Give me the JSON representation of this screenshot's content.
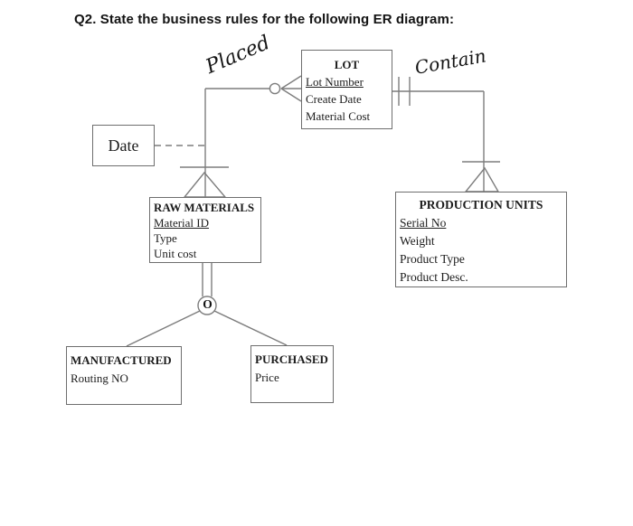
{
  "page": {
    "title": "Q2. State the business rules for the following ER diagram:"
  },
  "entities": {
    "lot": {
      "title": "LOT",
      "attributes": [
        "Lot Number",
        "Create Date",
        "Material Cost"
      ]
    },
    "raw_materials": {
      "title": "RAW MATERIALS",
      "attributes": [
        "Material ID",
        "Type",
        "Unit cost"
      ]
    },
    "production_units": {
      "title": "PRODUCTION UNITS",
      "attributes": [
        "Serial No",
        "Weight",
        "Product Type",
        "Product Desc."
      ]
    },
    "manufactured": {
      "title": "MANUFACTURED",
      "attributes": [
        "Routing NO"
      ]
    },
    "purchased": {
      "title": "PURCHASED",
      "attributes": [
        "Price"
      ]
    }
  },
  "relationships": {
    "placed": "Placed",
    "contain": "Contain"
  },
  "annotations": {
    "date": "Date",
    "subtype_marker": "O"
  },
  "colors": {
    "ink": "#1c1c1c",
    "line": "#7d7d7d",
    "border": "#6e6e6e"
  }
}
